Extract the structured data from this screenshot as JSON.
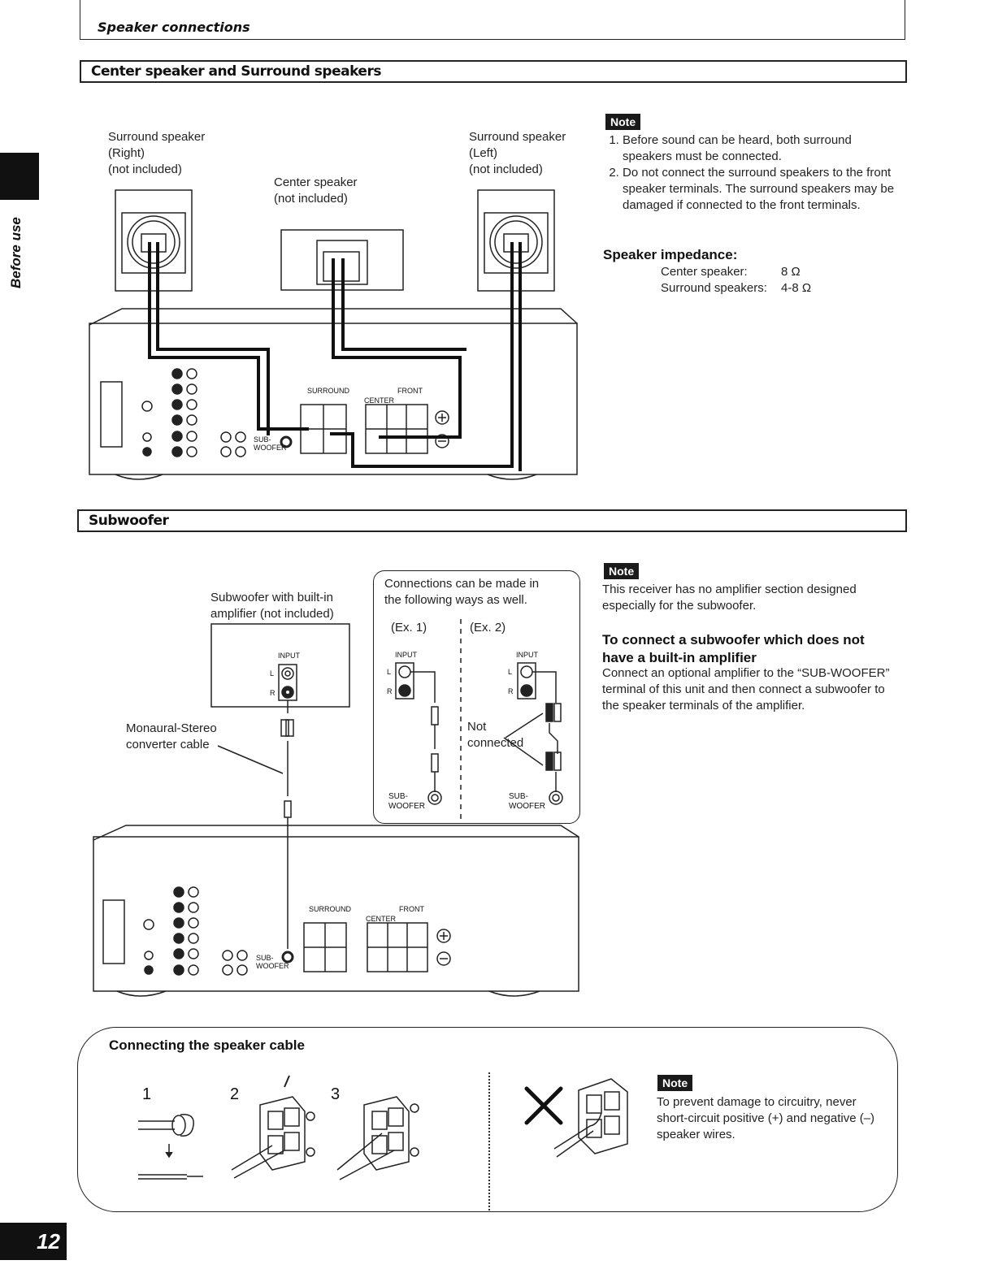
{
  "page": {
    "running_header": "Speaker connections",
    "side_tab": "Before use",
    "page_number": "12"
  },
  "section1": {
    "title": "Center speaker and Surround speakers",
    "labels": {
      "surround_right": [
        "Surround speaker",
        "(Right)",
        "(not included)"
      ],
      "surround_left": [
        "Surround speaker",
        "(Left)",
        "(not included)"
      ],
      "center": [
        "Center speaker",
        "(not included)"
      ]
    },
    "panel": {
      "surround": "SURROUND",
      "front": "FRONT",
      "center": "CENTER",
      "subwoofer": [
        "SUB-",
        "WOOFER"
      ]
    },
    "note": {
      "badge": "Note",
      "items": [
        "Before sound can be heard, both surround speakers must be connected.",
        "Do not connect the surround speakers to the front speaker terminals. The surround speakers may be damaged if connected to the front terminals."
      ]
    },
    "impedance": {
      "heading": "Speaker impedance:",
      "rows": [
        {
          "label": "Center speaker:",
          "value": "8 Ω"
        },
        {
          "label": "Surround speakers:",
          "value": "4-8 Ω"
        }
      ]
    }
  },
  "section2": {
    "title": "Subwoofer",
    "labels": {
      "subwoofer_unit": [
        "Subwoofer with built-in",
        "amplifier (not included)"
      ],
      "converter_cable": [
        "Monaural-Stereo",
        "converter cable"
      ],
      "input": "INPUT",
      "l": "L",
      "r": "R"
    },
    "callout": {
      "text": [
        "Connections can be made in",
        "the following ways as well."
      ],
      "ex1": "(Ex. 1)",
      "ex2": "(Ex. 2)",
      "not_connected": [
        "Not",
        "connected"
      ],
      "subwoofer": [
        "SUB-",
        "WOOFER"
      ]
    },
    "note": {
      "badge": "Note",
      "text": "This receiver has no amplifier section designed especially for the subwoofer."
    },
    "no_amp": {
      "heading": [
        "To connect a subwoofer which does not",
        "have a built-in amplifier"
      ],
      "text": "Connect an optional amplifier to the “SUB-WOOFER” terminal of this unit and then connect a subwoofer to the speaker terminals of the amplifier."
    }
  },
  "cable_box": {
    "title": "Connecting the speaker cable",
    "steps": [
      "1",
      "2",
      "3"
    ],
    "note": {
      "badge": "Note",
      "text": "To prevent damage to circuitry, never short-circuit positive (+) and negative (–) speaker wires."
    }
  }
}
